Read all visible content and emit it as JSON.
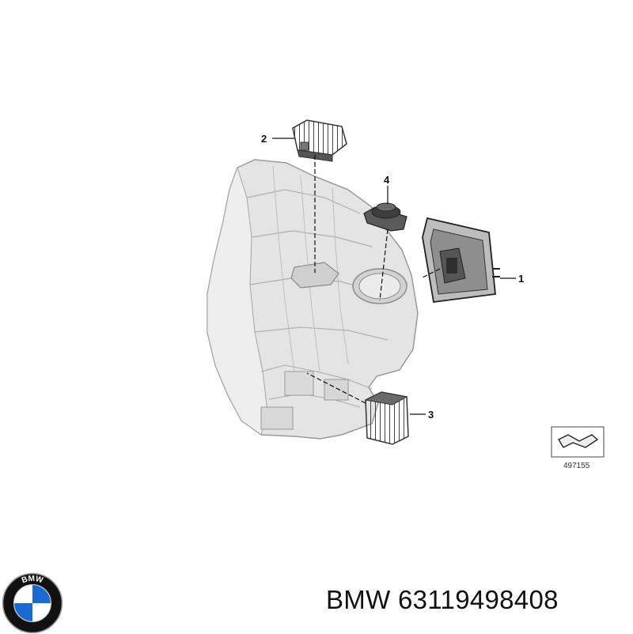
{
  "diagram": {
    "callouts": {
      "c1": "1",
      "c2": "2",
      "c3": "3",
      "c4": "4"
    },
    "reference_number": "497155"
  },
  "logo": {
    "lettering": "BMW",
    "colors": {
      "blue": "#1c69d4",
      "ring": "#111111",
      "white": "#ffffff"
    }
  },
  "caption": {
    "brand": "BMW",
    "part_number": "63119498408"
  }
}
